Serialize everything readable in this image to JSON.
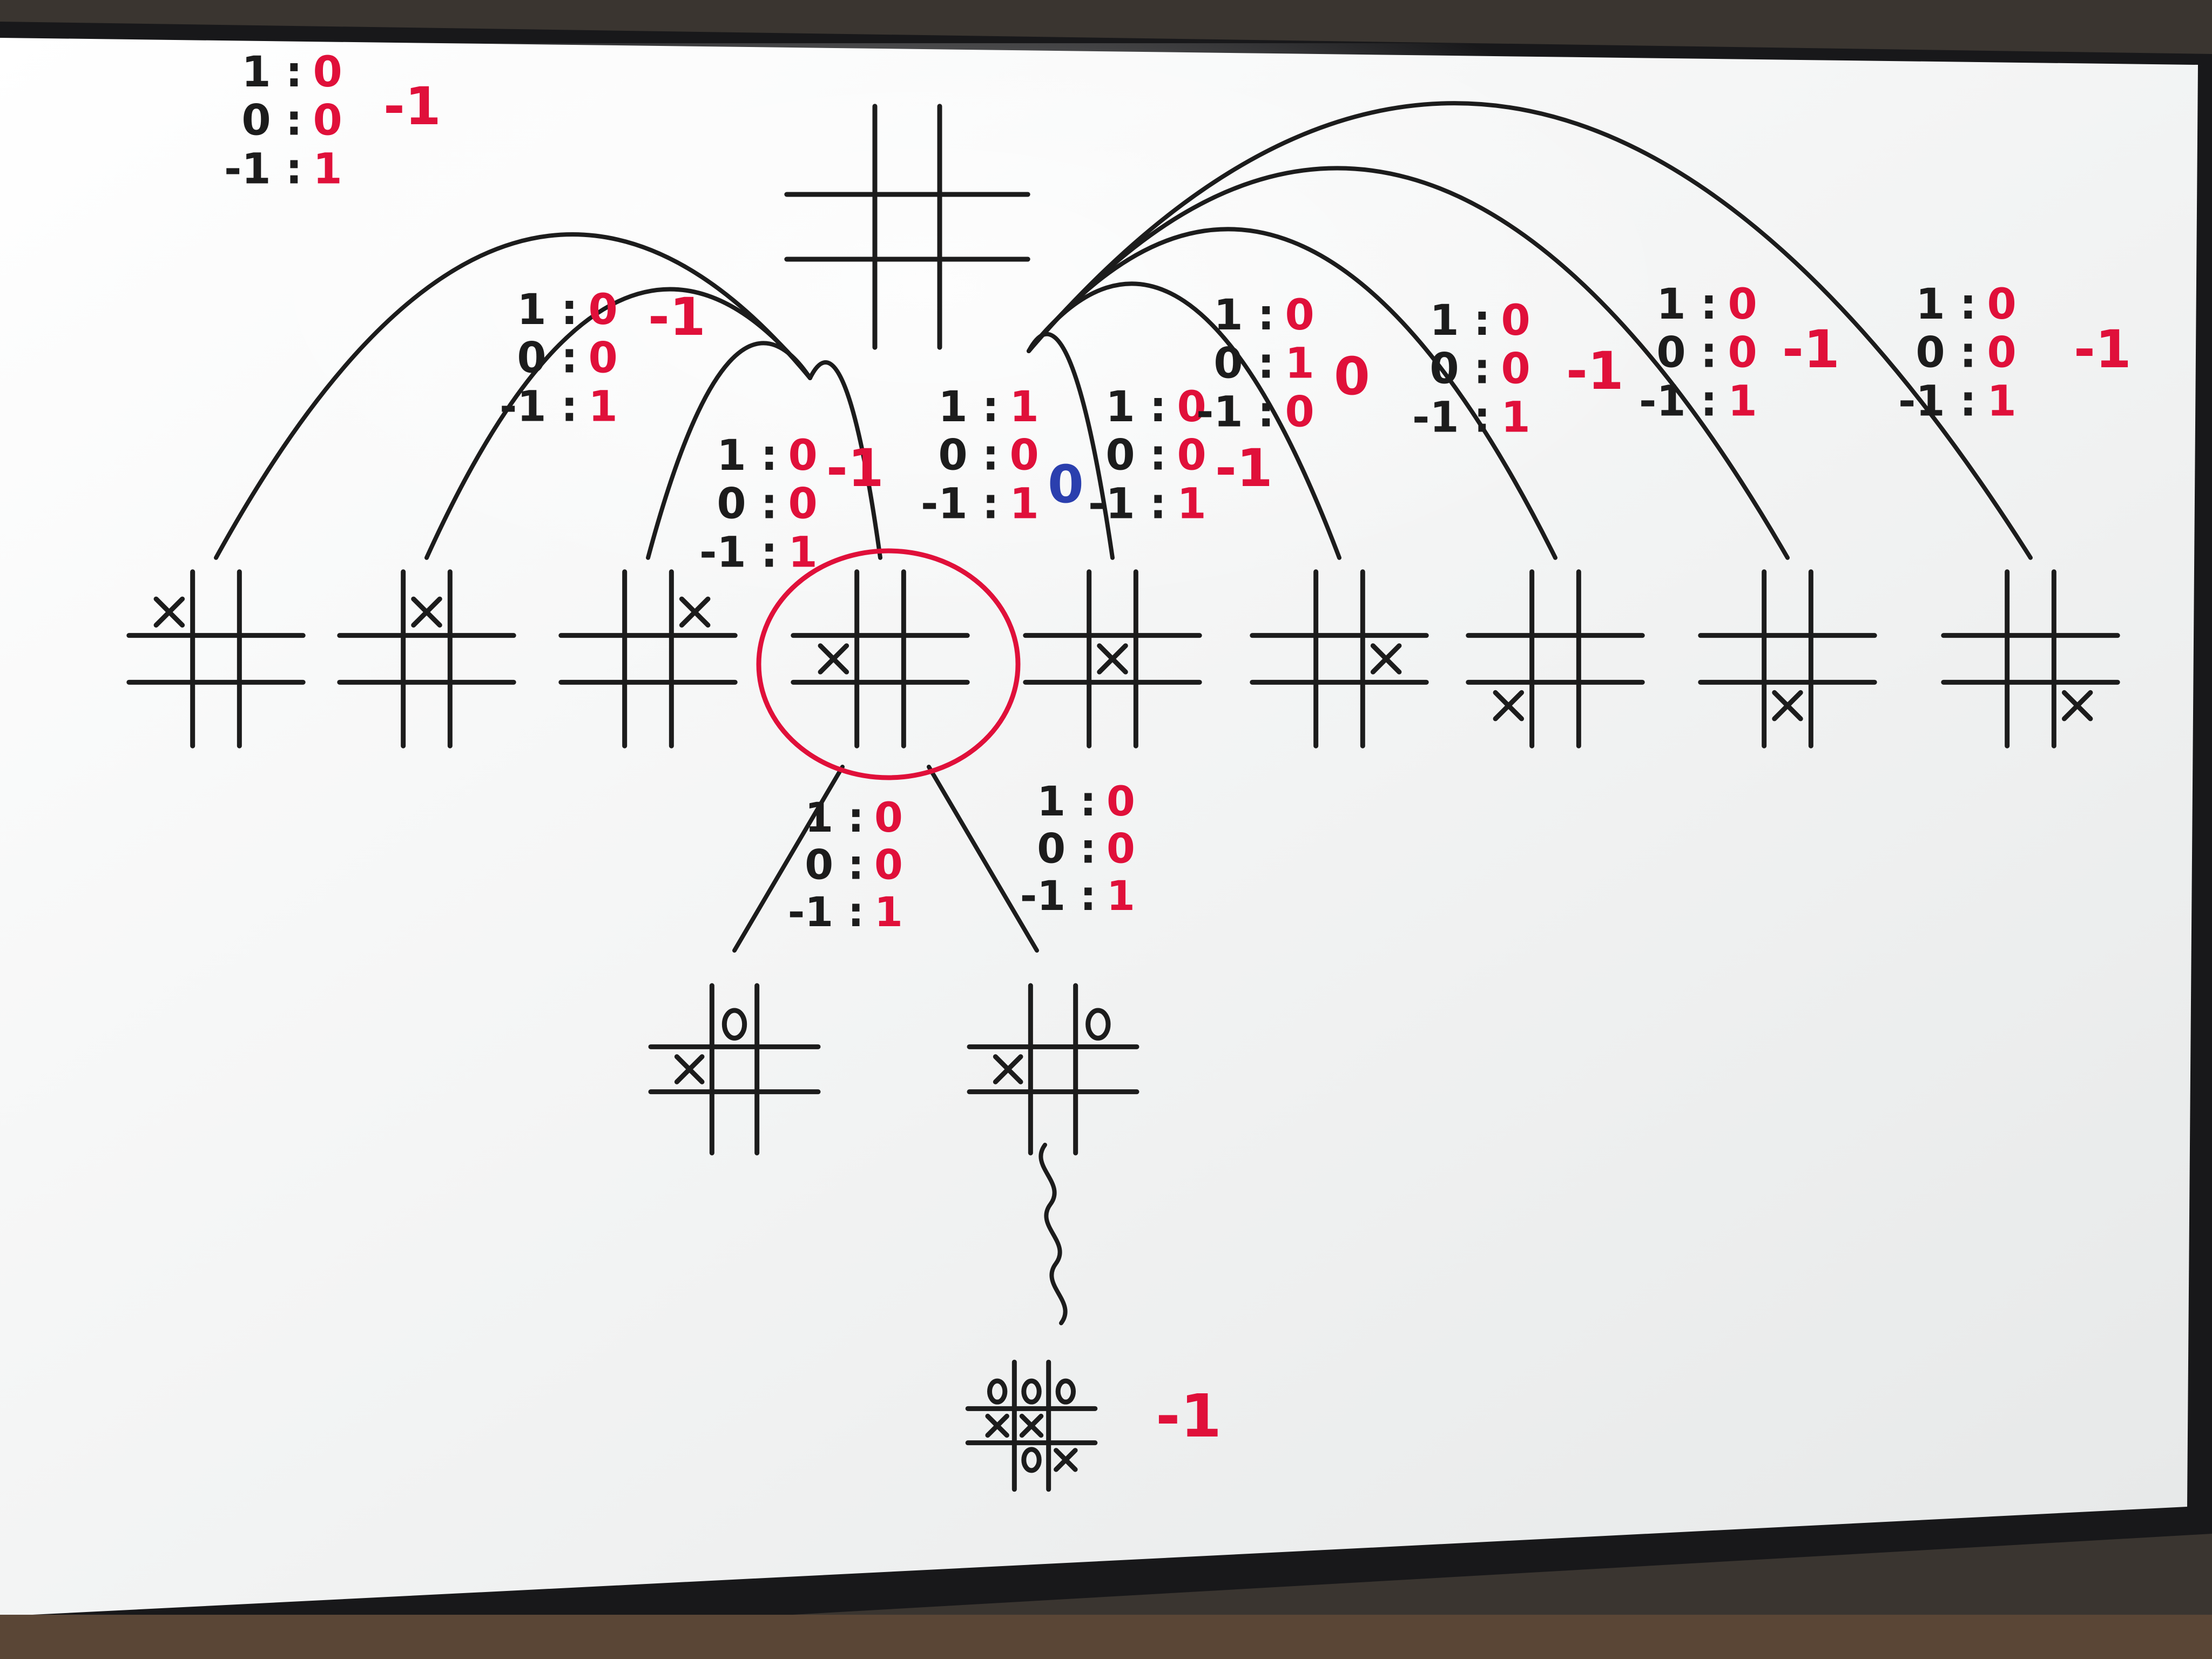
{
  "colors": {
    "ink_black": "#1c1c1c",
    "ink_red": "#e0103a",
    "ink_blue": "#2b3fae",
    "board": "#f3f4f4",
    "frame": "#18181a"
  },
  "root_board": {
    "cells": [
      "",
      "",
      "",
      "",
      "",
      "",
      "",
      "",
      ""
    ]
  },
  "level1": [
    {
      "cells": [
        "X",
        "",
        "",
        "",
        "",
        "",
        "",
        "",
        ""
      ],
      "tally": {
        "plus1": "0",
        "zero": "0",
        "minus1": "1"
      },
      "value": "-1"
    },
    {
      "cells": [
        "",
        "X",
        "",
        "",
        "",
        "",
        "",
        "",
        ""
      ],
      "tally": {
        "plus1": "0",
        "zero": "0",
        "minus1": "1"
      },
      "value": "-1"
    },
    {
      "cells": [
        "",
        "",
        "X",
        "",
        "",
        "",
        "",
        "",
        ""
      ],
      "tally": {
        "plus1": "0",
        "zero": "0",
        "minus1": "1"
      },
      "value": "-1"
    },
    {
      "cells": [
        "",
        "",
        "",
        "X",
        "",
        "",
        "",
        "",
        ""
      ],
      "tally": {
        "plus1": "1",
        "zero": "0",
        "minus1": "1"
      },
      "value": "0",
      "highlighted": true
    },
    {
      "cells": [
        "",
        "",
        "",
        "",
        "X",
        "",
        "",
        "",
        ""
      ],
      "tally": {
        "plus1": "0",
        "zero": "0",
        "minus1": "1"
      },
      "value": "-1"
    },
    {
      "cells": [
        "",
        "",
        "",
        "",
        "",
        "X",
        "",
        "",
        ""
      ],
      "tally": {
        "plus1": "0",
        "zero": "1",
        "minus1": "0"
      },
      "value": "0"
    },
    {
      "cells": [
        "",
        "",
        "",
        "",
        "",
        "",
        "X",
        "",
        ""
      ],
      "tally": {
        "plus1": "0",
        "zero": "0",
        "minus1": "1"
      },
      "value": "-1"
    },
    {
      "cells": [
        "",
        "",
        "",
        "",
        "",
        "",
        "",
        "X",
        ""
      ],
      "tally": {
        "plus1": "0",
        "zero": "0",
        "minus1": "1"
      },
      "value": "-1"
    },
    {
      "cells": [
        "",
        "",
        "",
        "",
        "",
        "",
        "",
        "",
        "X"
      ],
      "tally": {
        "plus1": "0",
        "zero": "0",
        "minus1": "1"
      },
      "value": "-1"
    }
  ],
  "level2": [
    {
      "cells": [
        "",
        "O",
        "",
        "X",
        "",
        "",
        "",
        "",
        ""
      ],
      "tally": {
        "plus1": "0",
        "zero": "0",
        "minus1": "1"
      }
    },
    {
      "cells": [
        "",
        "",
        "O",
        "X",
        "",
        "",
        "",
        "",
        ""
      ],
      "tally": {
        "plus1": "0",
        "zero": "0",
        "minus1": "1"
      }
    }
  ],
  "leaf_board": {
    "cells": [
      "O",
      "O",
      "O",
      "X",
      "X",
      "",
      "",
      "O",
      "X"
    ],
    "value": "-1"
  },
  "tally_keys": {
    "plus1": "1",
    "zero": "0",
    "minus1": "-1"
  }
}
